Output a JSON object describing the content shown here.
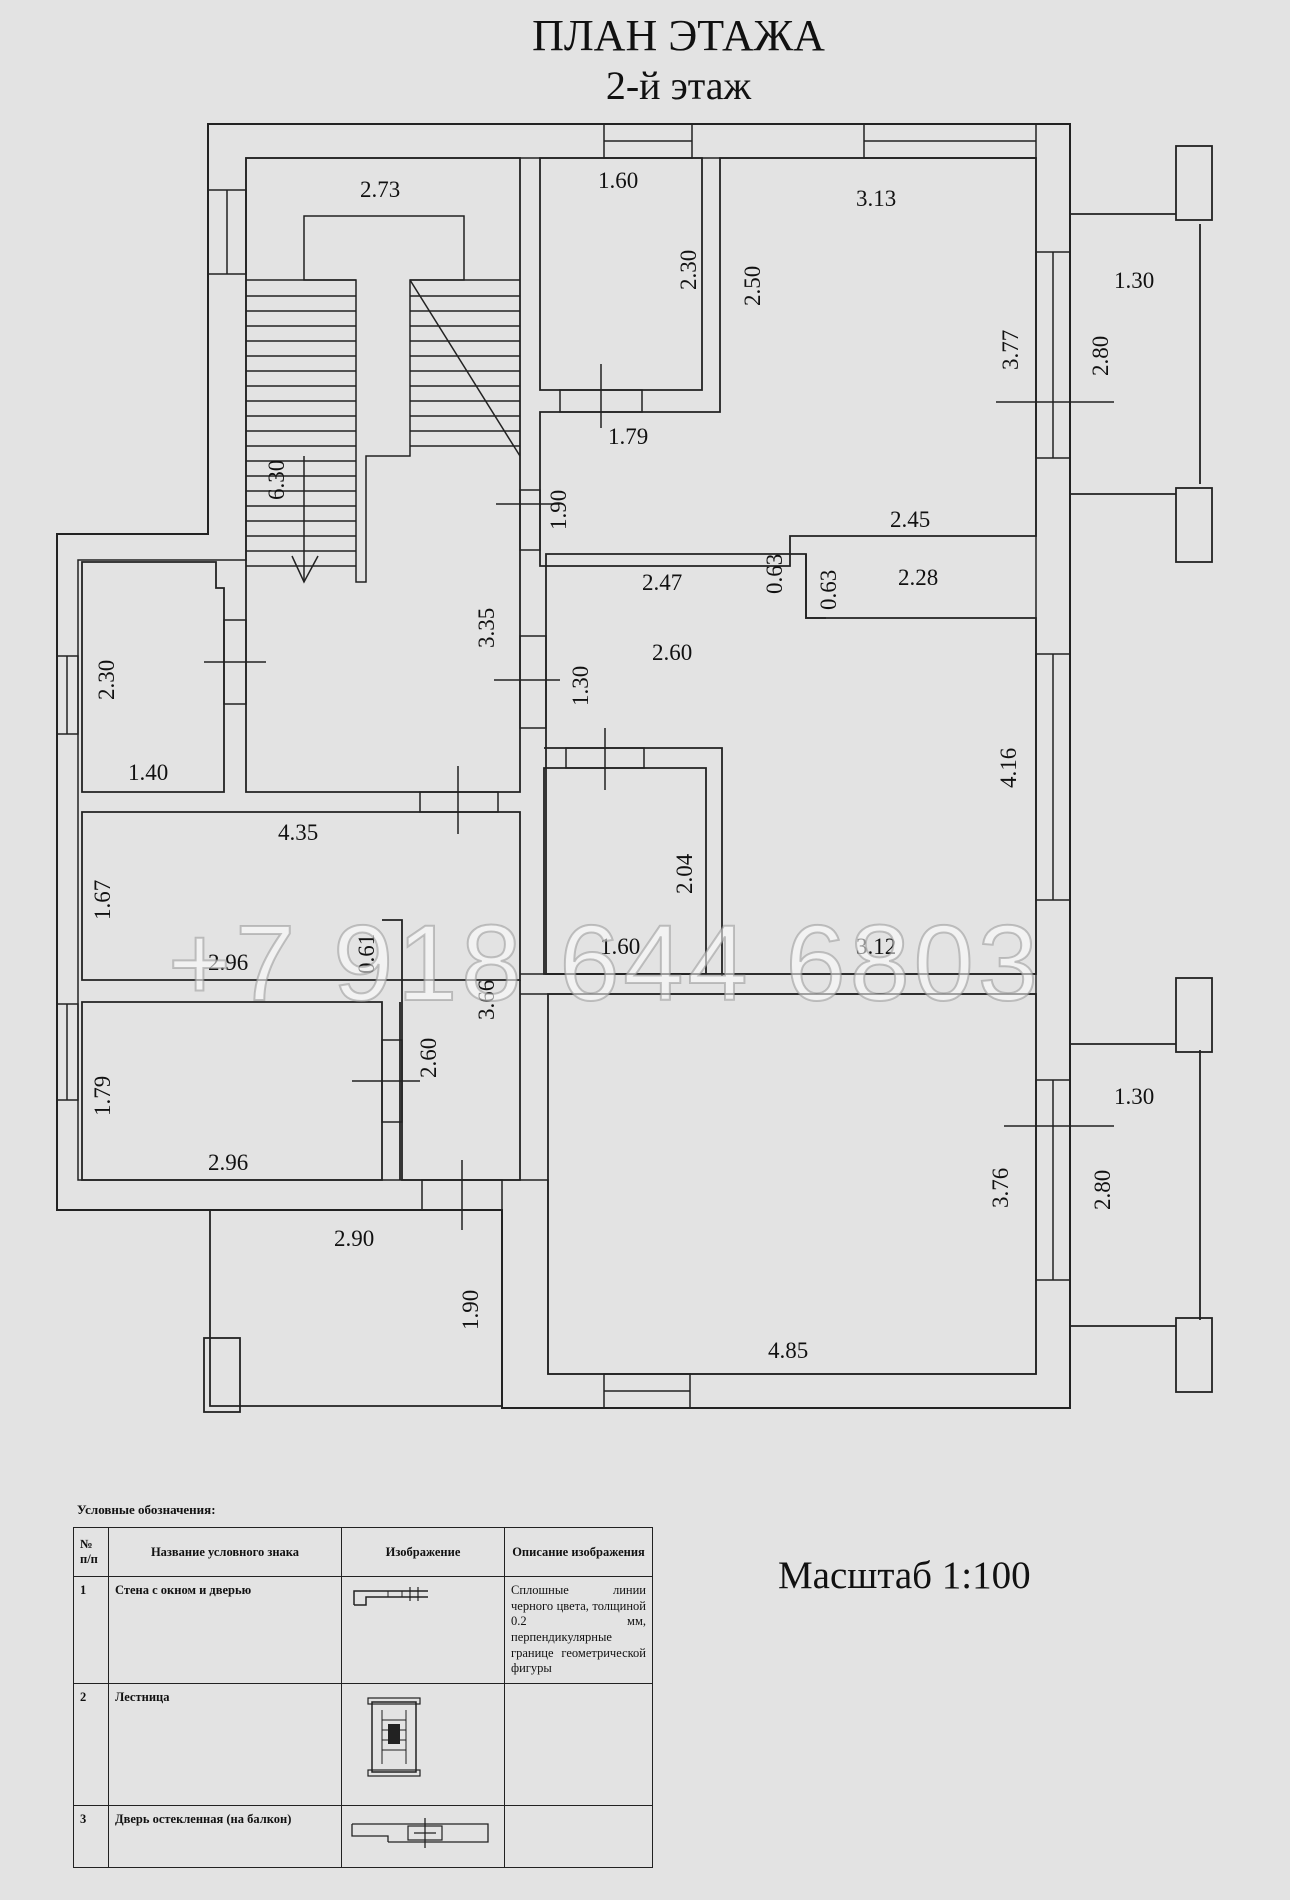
{
  "title": "ПЛАН ЭТАЖА",
  "subtitle": "2-й этаж",
  "scale": "Масштаб 1:100",
  "watermark_phone": "+7 918 644 6803",
  "dimensions": {
    "d_273": "2.73",
    "d_160a": "1.60",
    "d_230a": "2.30",
    "d_250": "2.50",
    "d_313": "3.13",
    "d_130a": "1.30",
    "d_377": "3.77",
    "d_280a": "2.80",
    "d_179a": "1.79",
    "d_630": "6.30",
    "d_190a": "1.90",
    "d_245": "2.45",
    "d_247": "2.47",
    "d_063a": "0.63",
    "d_063b": "0.63",
    "d_228": "2.28",
    "d_335": "3.35",
    "d_230b": "2.30",
    "d_130b": "1.30",
    "d_260a": "2.60",
    "d_140": "1.40",
    "d_416": "4.16",
    "d_435": "4.35",
    "d_204": "2.04",
    "d_167": "1.67",
    "d_296a": "2.96",
    "d_061": "0.61",
    "d_160b": "1.60",
    "d_312": "3.12",
    "d_366": "3.66",
    "d_179b": "1.79",
    "d_260b": "2.60",
    "d_130c": "1.30",
    "d_296b": "2.96",
    "d_376": "3.76",
    "d_280b": "2.80",
    "d_290": "2.90",
    "d_190b": "1.90",
    "d_485": "4.85"
  },
  "legend": {
    "heading": "Условные обозначения:",
    "col_num": "№ п/п",
    "col_name": "Название условного знака",
    "col_image": "Изображение",
    "col_desc": "Описание изображения",
    "rows": [
      {
        "num": "1",
        "name": "Стена с окном и дверью",
        "desc": "Сплошные линии черного цвета, толщиной 0.2 мм, перпендикулярные границе геометрической фигуры"
      },
      {
        "num": "2",
        "name": "Лестница",
        "desc": ""
      },
      {
        "num": "3",
        "name": "Дверь остекленная (на балкон)",
        "desc": ""
      }
    ]
  }
}
